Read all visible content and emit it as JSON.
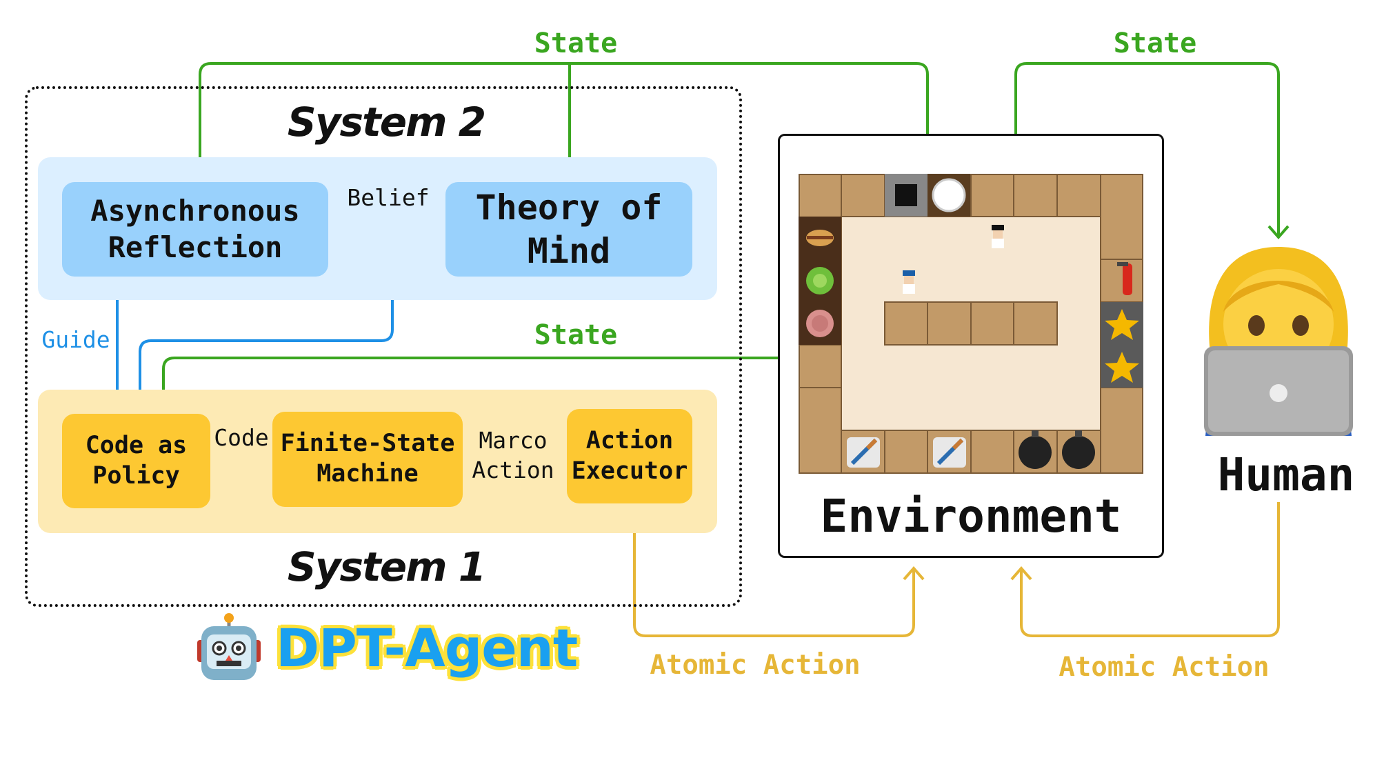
{
  "system2": {
    "title": "System 2"
  },
  "system1": {
    "title": "System 1"
  },
  "nodes": {
    "async_reflection": "Asynchronous\nReflection",
    "theory_of_mind": "Theory of\nMind",
    "code_as_policy": "Code as\nPolicy",
    "fsm": "Finite-State\nMachine",
    "action_executor": "Action\nExecutor"
  },
  "edge_labels": {
    "belief": "Belief",
    "guide": "Guide",
    "code": "Code",
    "marco_action": "Marco\nAction",
    "state_top_left": "State",
    "state_top_right": "State",
    "state_middle": "State",
    "atomic_action_agent": "Atomic Action",
    "atomic_action_human": "Atomic Action"
  },
  "environment": {
    "title": "Environment"
  },
  "human": {
    "title": "Human"
  },
  "agent": {
    "name": "DPT-Agent"
  },
  "colors": {
    "state_arrow": "#3aa620",
    "atomic_arrow": "#e6b637",
    "guide_arrow": "#1e90e6",
    "system2_panel": "#dcefff",
    "system1_panel": "#fdeab4",
    "blue_node": "#99d1fc",
    "yellow_node": "#fdc832"
  },
  "icons": {
    "agent": "robot-icon",
    "human": "woman-technologist-icon",
    "environment": "overcooked-kitchen-icon"
  }
}
